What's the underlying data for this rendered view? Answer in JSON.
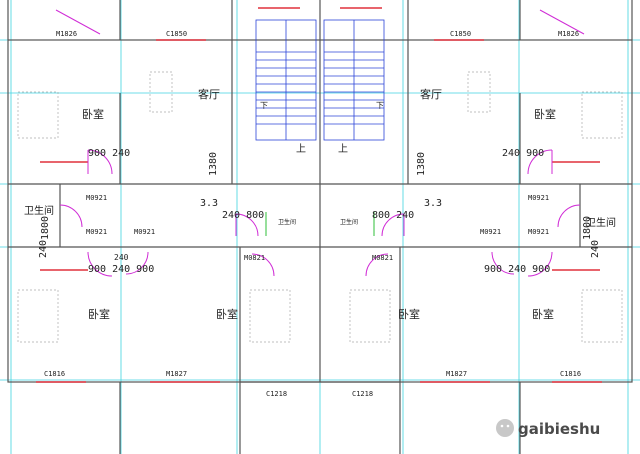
{
  "drawing": {
    "rooms": {
      "living_left": "客厅",
      "living_right": "客厅",
      "bedroom_nw": "卧室",
      "bedroom_ne": "卧室",
      "bath_w": "卫生间",
      "bath_e": "卫生间",
      "bedroom_sw": "卧室",
      "bedroom_sc_left": "卧室",
      "bedroom_sc_right": "卧室",
      "bedroom_se": "卧室",
      "bath_small_left": "卫生间",
      "bath_small_right": "卫生间"
    },
    "labels": {
      "m1826_left": "M1826",
      "m1826_right": "M1826",
      "c1850_left": "C1850",
      "c1850_right": "C1850",
      "m0921_a": "M0921",
      "m0921_b": "M0921",
      "m0921_c": "M0921",
      "m0921_d": "M0921",
      "m0921_e": "M0921",
      "m0921_f": "M0921",
      "m0821_left": "M0821",
      "m0821_right": "M0821",
      "c1816_left": "C1816",
      "c1816_right": "C1816",
      "m1827_left": "M1827",
      "m1827_right": "M1827",
      "c1218_left": "C1218",
      "c1218_right": "C1218",
      "up_left": "上",
      "up_right": "上",
      "down_left": "下",
      "down_right": "下"
    },
    "dims": {
      "d900_240_left": "900 240",
      "d240_900_right": "240 900",
      "d1380_left": "1380",
      "d1380_right": "1380",
      "d33_left": "3.3",
      "d33_right": "3.3",
      "d240_800": "240 800",
      "d800_240": "800 240",
      "d1800_left": "1800",
      "d1800_right": "1800",
      "d240_left": "240",
      "d240_right": "240",
      "d900_240_900": "900 240 900",
      "d900_240_900_right": "900 240 900",
      "d240_small": "240"
    },
    "watermark": "gaibieshu"
  }
}
